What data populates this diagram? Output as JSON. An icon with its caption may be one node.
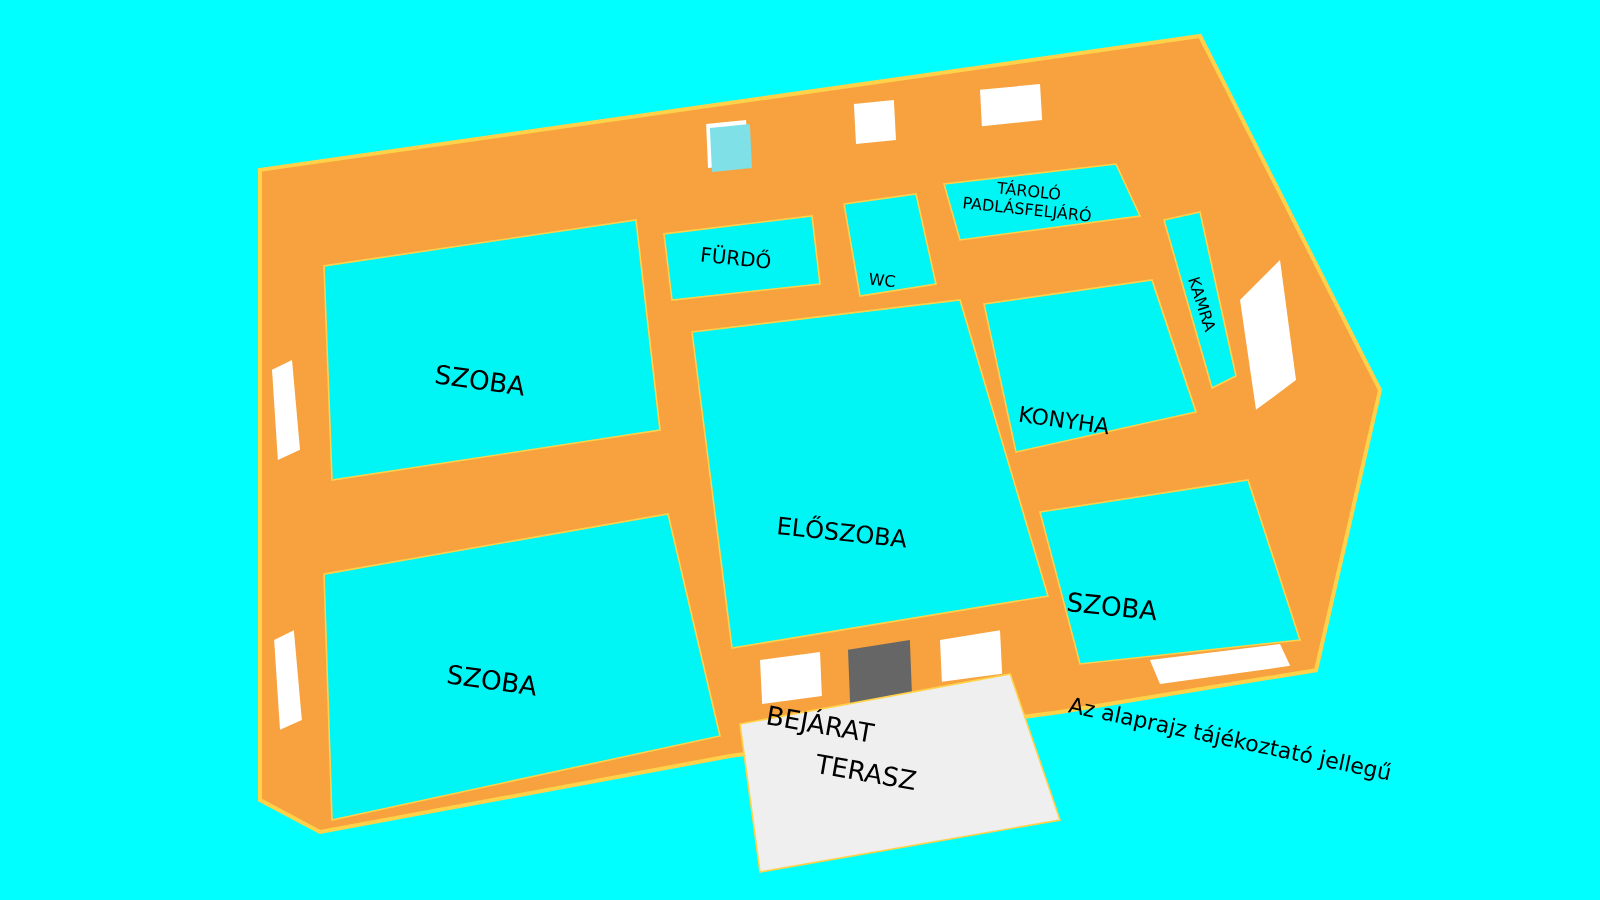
{
  "diagram": {
    "nodes": [
      {
        "text": [
          "SZOBA"
        ]
      },
      {
        "text": [
          "FÜRDŐ"
        ]
      },
      {
        "text": [
          "WC"
        ]
      },
      {
        "text": [
          "TÁROLÓ PADLÁSFELJÁRÓ"
        ]
      },
      {
        "text": [
          "KAMRA"
        ]
      },
      {
        "text": [
          "KONYHA"
        ]
      },
      {
        "text": [
          "ELŐSZOBA"
        ]
      },
      {
        "text": [
          "SZOBA"
        ]
      },
      {
        "text": [
          "SZOBA"
        ]
      },
      {
        "text": [
          "BEJÁRAT",
          "TERASZ"
        ]
      }
    ],
    "labels": [
      "Az alaprajz tájékoztató jellegű"
    ]
  }
}
